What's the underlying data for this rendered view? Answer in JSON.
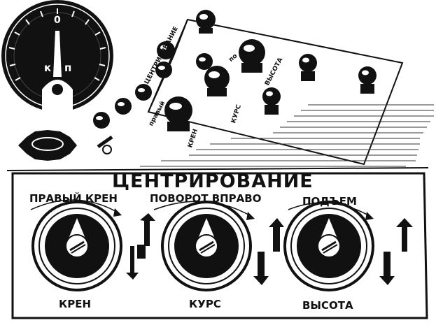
{
  "panel": {
    "title": "ЦЕНТРИРОВАНИЕ",
    "knobs": [
      {
        "top_label": "ПРАВЫЙ КРЕН",
        "bottom_label": "КРЕН"
      },
      {
        "top_label": "ПОВОРОТ ВПРАВО",
        "bottom_label": "КУРС"
      },
      {
        "top_label": "ПОДЪЕМ",
        "bottom_label": "ВЫСОТА"
      }
    ]
  },
  "gauge": {
    "zero": "0",
    "left": "к",
    "right": "п"
  },
  "device": {
    "labels": [
      "ЦЕНТРИРОВАНИЕ",
      "КРЕН",
      "КУРС",
      "ВЫСОТА",
      "правый",
      "по"
    ]
  }
}
